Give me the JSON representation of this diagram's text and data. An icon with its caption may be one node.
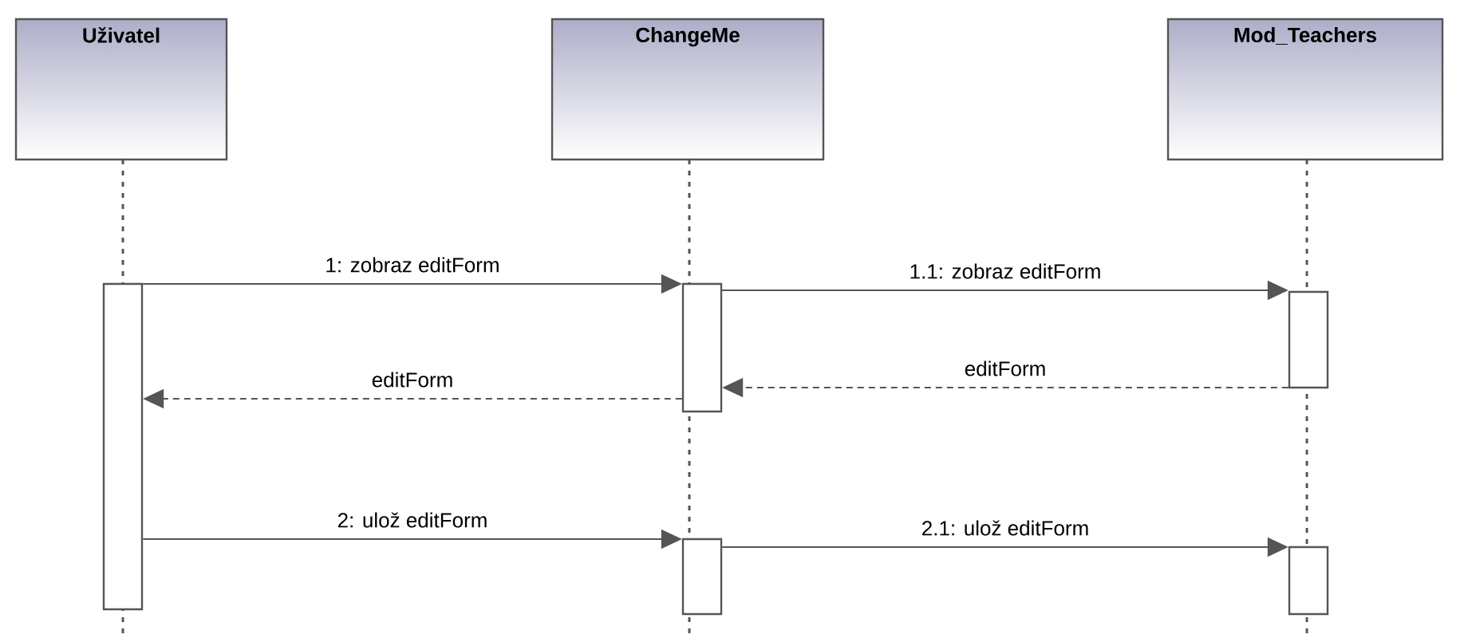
{
  "diagram": {
    "nodes": [
      {
        "text": [
          "Uživatel"
        ]
      },
      {
        "text": [
          "ChangeMe"
        ]
      },
      {
        "text": [
          "Mod_Teachers"
        ]
      },
      {
        "text": [],
        "shape": "bar"
      },
      {
        "text": [],
        "shape": "bar"
      },
      {
        "text": [],
        "shape": "bar"
      },
      {
        "text": [],
        "shape": "bar"
      },
      {
        "text": [],
        "shape": "bar"
      }
    ],
    "edges": [
      {
        "from": 3,
        "to": 4,
        "arrow": "to",
        "label": "1: zobraz editForm"
      },
      {
        "from": 4,
        "to": 6,
        "arrow": "to",
        "label": "1.1: zobraz editForm"
      },
      {
        "from": 6,
        "to": 4,
        "arrow": "to",
        "label": "editForm",
        "style": "dashed"
      },
      {
        "from": 4,
        "to": 3,
        "arrow": "to",
        "label": "editForm",
        "style": "dashed"
      },
      {
        "from": 3,
        "to": 5,
        "arrow": "to",
        "label": "2: ulož editForm"
      },
      {
        "from": 5,
        "to": 7,
        "arrow": "to",
        "label": "2.1: ulož editForm"
      }
    ]
  }
}
